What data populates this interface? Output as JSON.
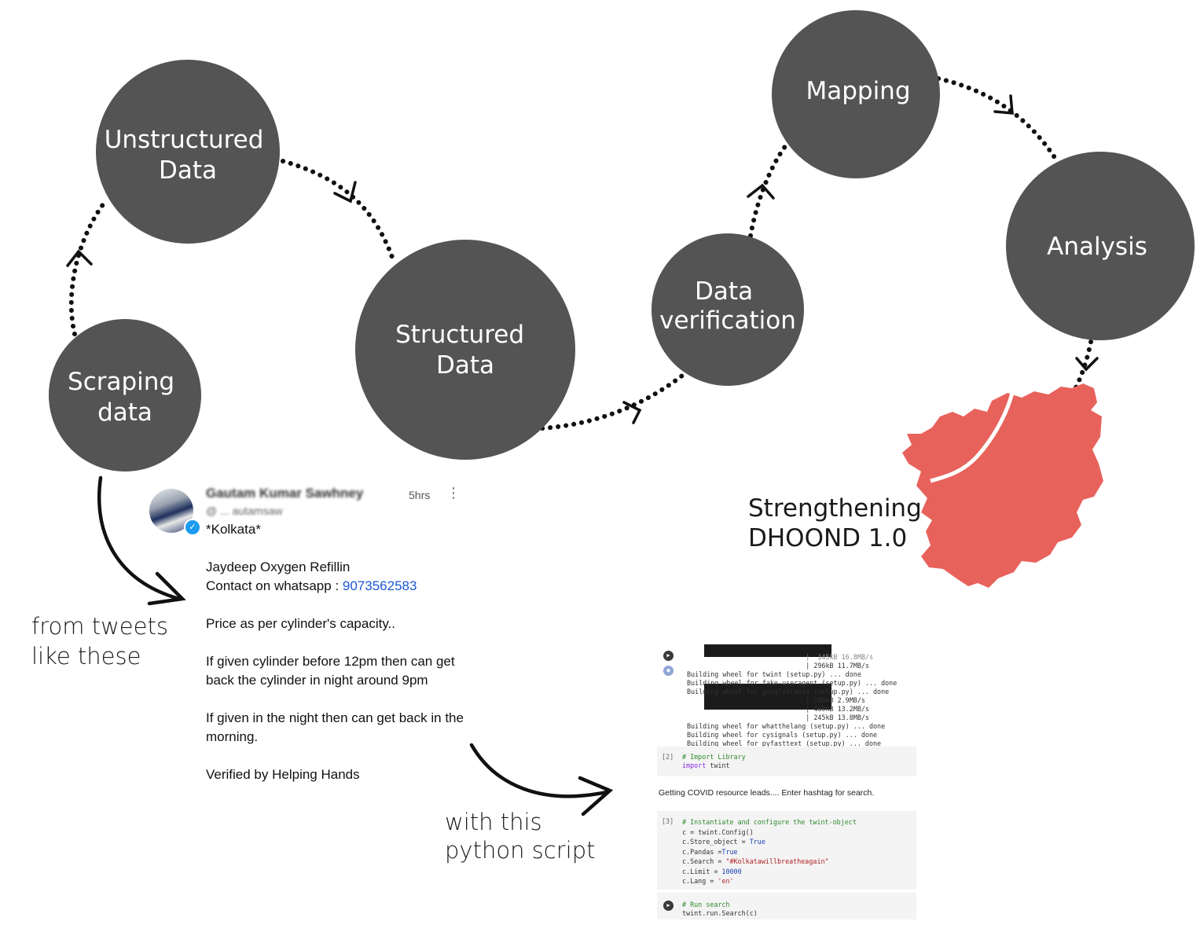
{
  "steps": [
    {
      "id": "scraping",
      "lines": [
        "Scraping",
        "data"
      ]
    },
    {
      "id": "unstructured",
      "lines": [
        "Unstructured",
        "Data"
      ]
    },
    {
      "id": "structured",
      "lines": [
        "Structured",
        "Data"
      ]
    },
    {
      "id": "verification",
      "lines": [
        "Data",
        "verification"
      ]
    },
    {
      "id": "mapping",
      "lines": [
        "Mapping"
      ]
    },
    {
      "id": "analysis",
      "lines": [
        "Analysis"
      ]
    }
  ],
  "colors": {
    "node": "#545454",
    "map": "#e8625c",
    "link": "#1a56d6",
    "connector": "#111111"
  },
  "annotations": {
    "tweets": [
      "from tweets",
      "like these"
    ],
    "script": [
      "with this",
      "python script"
    ],
    "headline": [
      "Strengthening",
      "DHOOND 1.0"
    ]
  },
  "tweet": {
    "name": "Gautam Kumar Sawhney",
    "handle": "@ ... autamsaw",
    "time": "5hrs",
    "city": "*Kolkata*",
    "line1": "Jaydeep Oxygen Refillin",
    "contact_prefix": "Contact on whatsapp : ",
    "phone": "9073562583",
    "price": "Price as per cylinder's capacity..",
    "para3": "If given cylinder before 12pm then can get back the cylinder in night around 9pm",
    "para4": "If given in the night then can get back in the morning.",
    "verified": "Verified by Helping Hands"
  },
  "notebook": {
    "out_top": "                              |  145kB 16.8MB/s",
    "out_1": "                              | 296kB 11.7MB/s",
    "out_2": "Building wheel for twint (setup.py) ... done",
    "out_3": "Building wheel for fake-useragent (setup.py) ... done",
    "out_4": "Building wheel for googletransx (setup.py) ... done",
    "out_5": "                              | 788kB 2.9MB/s",
    "out_6": "                              | 460kB 13.2MB/s",
    "out_7": "                              | 245kB 13.8MB/s",
    "out_8": "Building wheel for whatthelang (setup.py) ... done",
    "out_9": "Building wheel for cysignals (setup.py) ... done",
    "out_10": "Building wheel for pyfasttext (setup.py) ... done",
    "cell2_prompt": "[2]",
    "cell2_comment": "# Import Library",
    "cell2_kw": "import",
    "cell2_rest": " twint",
    "markdown": "Getting COVID resource leads.... Enter hashtag for search.",
    "cell3_prompt": "[3]",
    "cell3_comment": "# Instantiate and configure the twint-object",
    "cell3_l1": "c = twint.Config()",
    "cell3_l2a": "c.Store_object = ",
    "cell3_l2b": "True",
    "cell3_l3a": "c.Pandas =",
    "cell3_l3b": "True",
    "cell3_l4a": "c.Search = ",
    "cell3_l4b": "\"#Kolkatawillbreatheagain\"",
    "cell3_l5a": "c.Limit = ",
    "cell3_l5b": "10000",
    "cell3_l6a": "c.Lang = ",
    "cell3_l6b": "'en'",
    "cell4_comment": "# Run search",
    "cell4_code": "twint.run.Search(c)"
  }
}
